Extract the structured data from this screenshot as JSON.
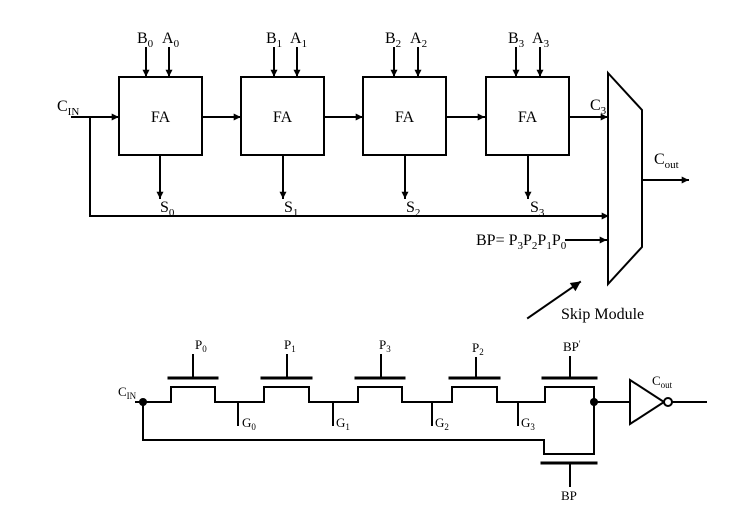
{
  "top": {
    "cin": {
      "main": "C",
      "sub": "IN"
    },
    "stages": [
      {
        "box": "FA",
        "b": {
          "main": "B",
          "sub": "0"
        },
        "a": {
          "main": "A",
          "sub": "0"
        },
        "s": {
          "main": "S",
          "sub": "0"
        }
      },
      {
        "box": "FA",
        "b": {
          "main": "B",
          "sub": "1"
        },
        "a": {
          "main": "A",
          "sub": "1"
        },
        "s": {
          "main": "S",
          "sub": "1"
        }
      },
      {
        "box": "FA",
        "b": {
          "main": "B",
          "sub": "2"
        },
        "a": {
          "main": "A",
          "sub": "2"
        },
        "s": {
          "main": "S",
          "sub": "2"
        }
      },
      {
        "box": "FA",
        "b": {
          "main": "B",
          "sub": "3"
        },
        "a": {
          "main": "A",
          "sub": "3"
        },
        "s": {
          "main": "S",
          "sub": "3"
        }
      }
    ],
    "c3": {
      "main": "C",
      "sub": "3"
    },
    "cout": {
      "main": "C",
      "sub": "out"
    },
    "bp": {
      "prefix": "BP= ",
      "p3": "P",
      "p3s": "3",
      "p2": "P",
      "p2s": "2",
      "p1": "P",
      "p1s": "1",
      "p0": "P",
      "p0s": "0"
    },
    "skip_module": "Skip Module"
  },
  "bottom": {
    "cin": {
      "main": "C",
      "sub": "IN"
    },
    "gates": [
      {
        "main": "P",
        "sub": "0"
      },
      {
        "main": "P",
        "sub": "1"
      },
      {
        "main": "P",
        "sub": "3"
      },
      {
        "main": "P",
        "sub": "2"
      },
      {
        "main": "BP",
        "sub": "'"
      }
    ],
    "nodes": [
      {
        "main": "G",
        "sub": "0"
      },
      {
        "main": "G",
        "sub": "1"
      },
      {
        "main": "G",
        "sub": "2"
      },
      {
        "main": "G",
        "sub": "3"
      }
    ],
    "bp_bottom": "BP",
    "cout": {
      "main": "C",
      "sub": "out"
    }
  }
}
